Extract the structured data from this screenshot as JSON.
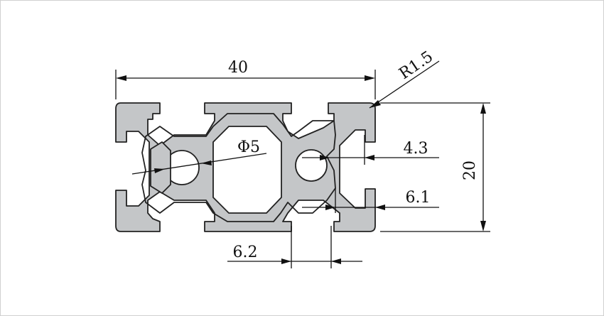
{
  "drawing": {
    "dim_width": "40",
    "dim_height": "20",
    "dim_radius": "R1.5",
    "dim_hole_dia": "Φ5",
    "dim_slot_inner": "4.3",
    "dim_slot_depth": "6.1",
    "dim_slot_width": "6.2"
  },
  "colors": {
    "profile_fill": "#c4c6c8",
    "outline": "#222222",
    "background": "#ffffff"
  }
}
